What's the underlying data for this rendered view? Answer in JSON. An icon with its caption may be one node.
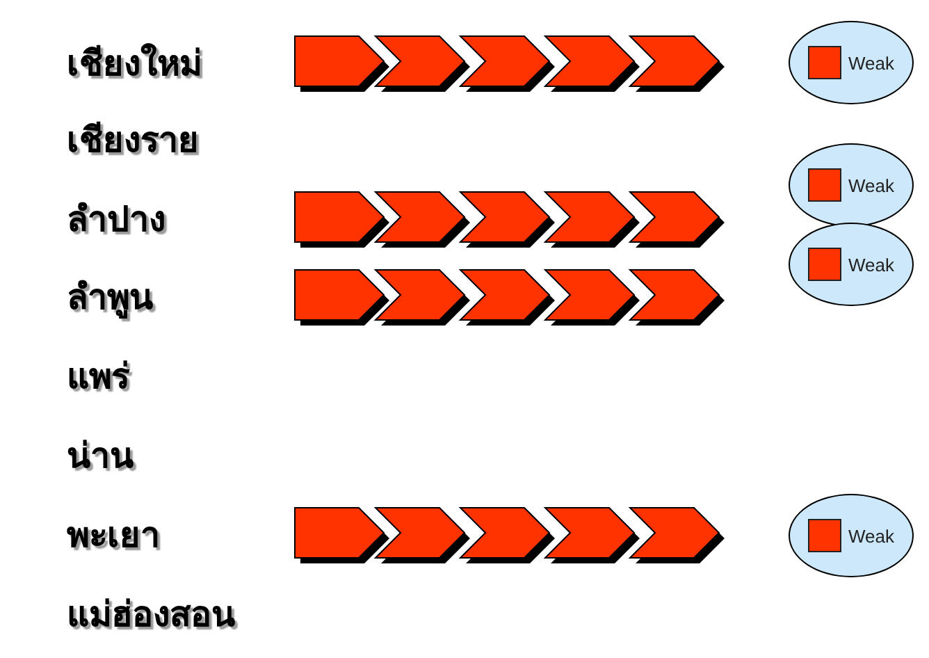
{
  "diagram": {
    "nodes": [
      {
        "text": [
          "Weak"
        ]
      },
      {
        "text": [
          "Weak"
        ]
      },
      {
        "text": [
          "Weak"
        ]
      },
      {
        "text": [
          "Weak"
        ]
      }
    ],
    "labels": [
      "เชียงใหม่",
      "เชียงราย",
      "ลำปาง",
      "ลำพูน",
      "แพร่",
      "น่าน",
      "พะเยา",
      "แม่ฮ่องสอน"
    ]
  }
}
